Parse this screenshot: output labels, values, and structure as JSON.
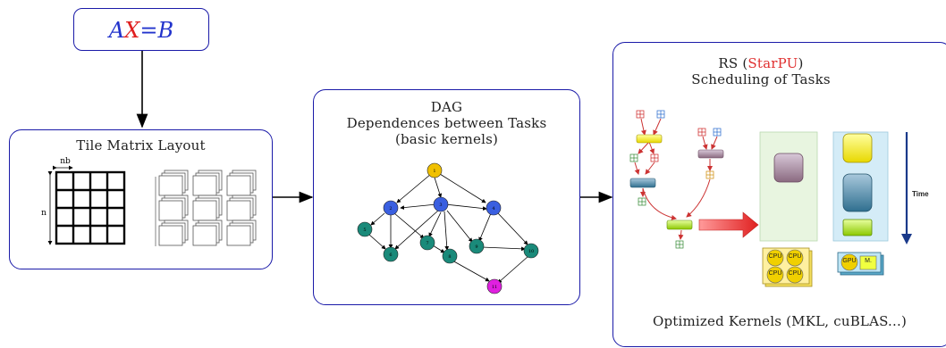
{
  "equation": {
    "a": "A",
    "x": "X",
    "eq": "=",
    "b": "B"
  },
  "tile_box": {
    "title": "Tile Matrix Layout",
    "nb_label": "nb",
    "n_label": "n"
  },
  "dag_box": {
    "title_1": "DAG",
    "title_2": "Dependences between Tasks",
    "title_3": "(basic kernels)",
    "nodes": [
      "1",
      "2",
      "3",
      "4",
      "5",
      "6",
      "7",
      "8",
      "9",
      "10",
      "11"
    ]
  },
  "rs_box": {
    "title_prefix": "RS (",
    "title_starpu": "StarPU",
    "title_suffix": ")",
    "title_2": "Scheduling of Tasks",
    "time_label": "Time",
    "cpu_labels": [
      "CPU",
      "CPU",
      "CPU",
      "CPU"
    ],
    "gpu_label": "GPU",
    "mem_label": "M.",
    "footer": "Optimized Kernels (MKL, cuBLAS...)"
  },
  "colors": {
    "frame": "#1a1aa8",
    "equation_blue": "#2233cc",
    "equation_red": "#e02020",
    "starpu_red": "#e03030",
    "node_yellow": "#f0c000",
    "node_blue": "#3a5fe0",
    "node_teal": "#1a8a7a",
    "node_magenta": "#e020e0",
    "cpu_panel": "#e8f5e0",
    "gpu_panel": "#d4ecf7"
  }
}
